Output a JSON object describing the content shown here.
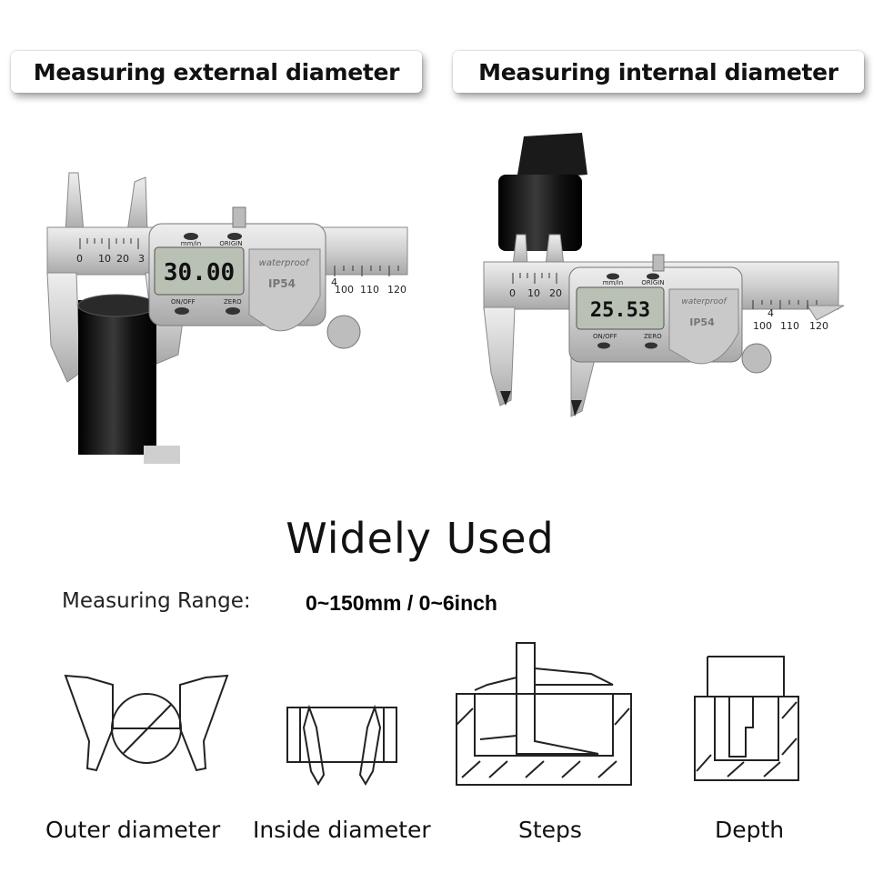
{
  "banners": {
    "external": "Measuring external diameter",
    "internal": "Measuring internal diameter"
  },
  "photo_left": {
    "display_value": "30.00",
    "button_top_left": "mm/in",
    "button_top_right": "ORIGIN",
    "button_bottom_left": "ON/OFF",
    "button_bottom_right": "ZERO",
    "brand": "waterproof",
    "rating": "IP54",
    "scale_ticks_main": [
      "0",
      "10",
      "20",
      "3"
    ],
    "scale_ticks_bar": [
      "4",
      "100",
      "110",
      "120"
    ]
  },
  "photo_right": {
    "display_value": "25.53",
    "button_top_left": "mm/in",
    "button_top_right": "ORIGIN",
    "button_bottom_left": "ON/OFF",
    "button_bottom_right": "ZERO",
    "brand": "waterproof",
    "rating": "IP54",
    "scale_ticks_main": [
      "0",
      "10",
      "20"
    ],
    "scale_ticks_bar": [
      "4",
      "100",
      "110",
      "120"
    ]
  },
  "heading": "Widely Used",
  "range": {
    "label": "Measuring Range:",
    "value": "0~150mm / 0~6inch"
  },
  "uses": {
    "outer": "Outer diameter",
    "inside": "Inside diameter",
    "steps": "Steps",
    "depth": "Depth"
  },
  "colors": {
    "steel_light": "#d9d9d9",
    "steel_dark": "#9a9a9a",
    "lcd": "#b9c0b4",
    "black_part": "#111111",
    "line": "#222222"
  }
}
